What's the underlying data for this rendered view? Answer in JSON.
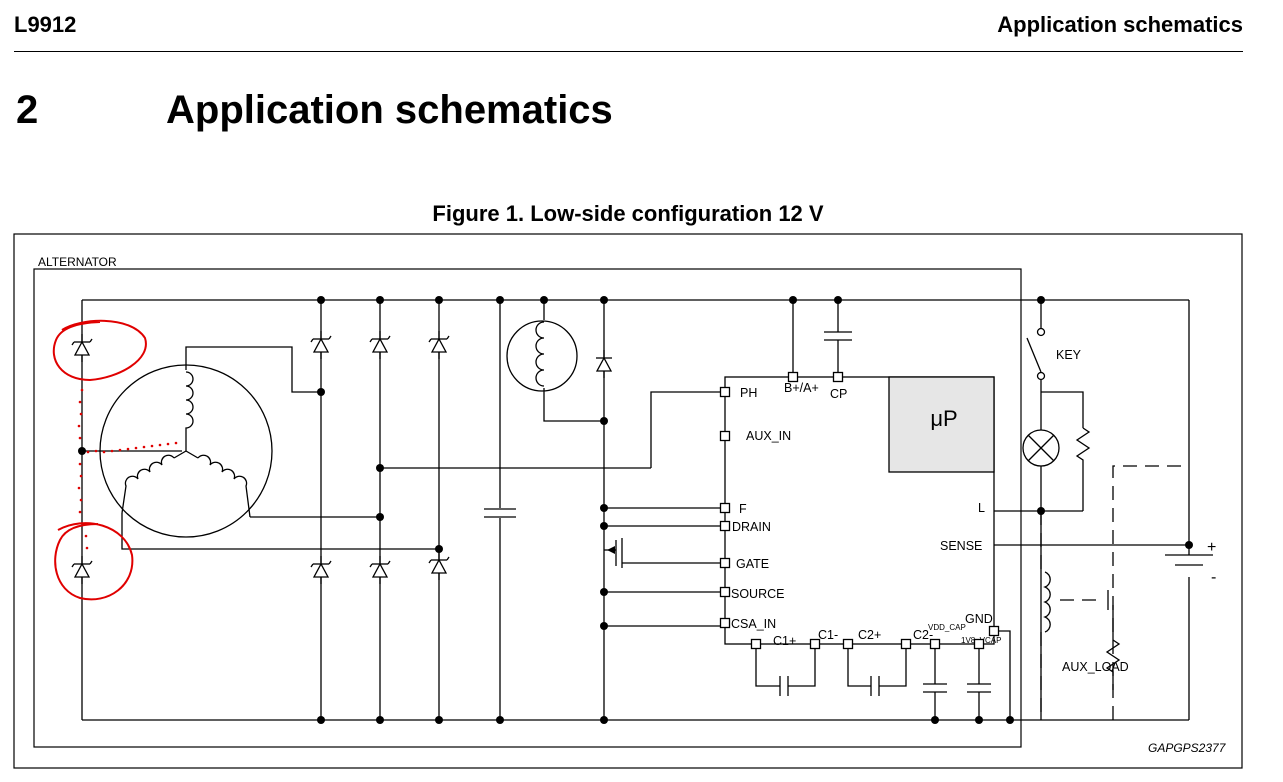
{
  "header": {
    "doc_id": "L9912",
    "section_name": "Application schematics"
  },
  "section": {
    "number": "2",
    "title": "Application schematics"
  },
  "figure": {
    "caption": "Figure 1. Low-side configuration 12 V",
    "code": "GAPGPS2377"
  },
  "labels": {
    "alternator": "ALTERNATOR",
    "key": "KEY",
    "aux_load": "AUX_LOAD",
    "plus": "+",
    "minus": "-"
  },
  "chip": {
    "up": "μP",
    "pins": {
      "ph": "PH",
      "aux_in": "AUX_IN",
      "f": "F",
      "drain": "DRAIN",
      "gate": "GATE",
      "source": "SOURCE",
      "csa_in": "CSA_IN",
      "b_plus": "B+/A+",
      "cp": "CP",
      "l": "L",
      "sense": "SENSE",
      "gnd": "GND",
      "c1p": "C1+",
      "c1m": "C1-",
      "c2p": "C2+",
      "c2m": "C2-",
      "vdd_cap": "VDD_CAP",
      "v1v8_cap": "1V8_VCAP"
    }
  },
  "annotation_color": "#e00000"
}
